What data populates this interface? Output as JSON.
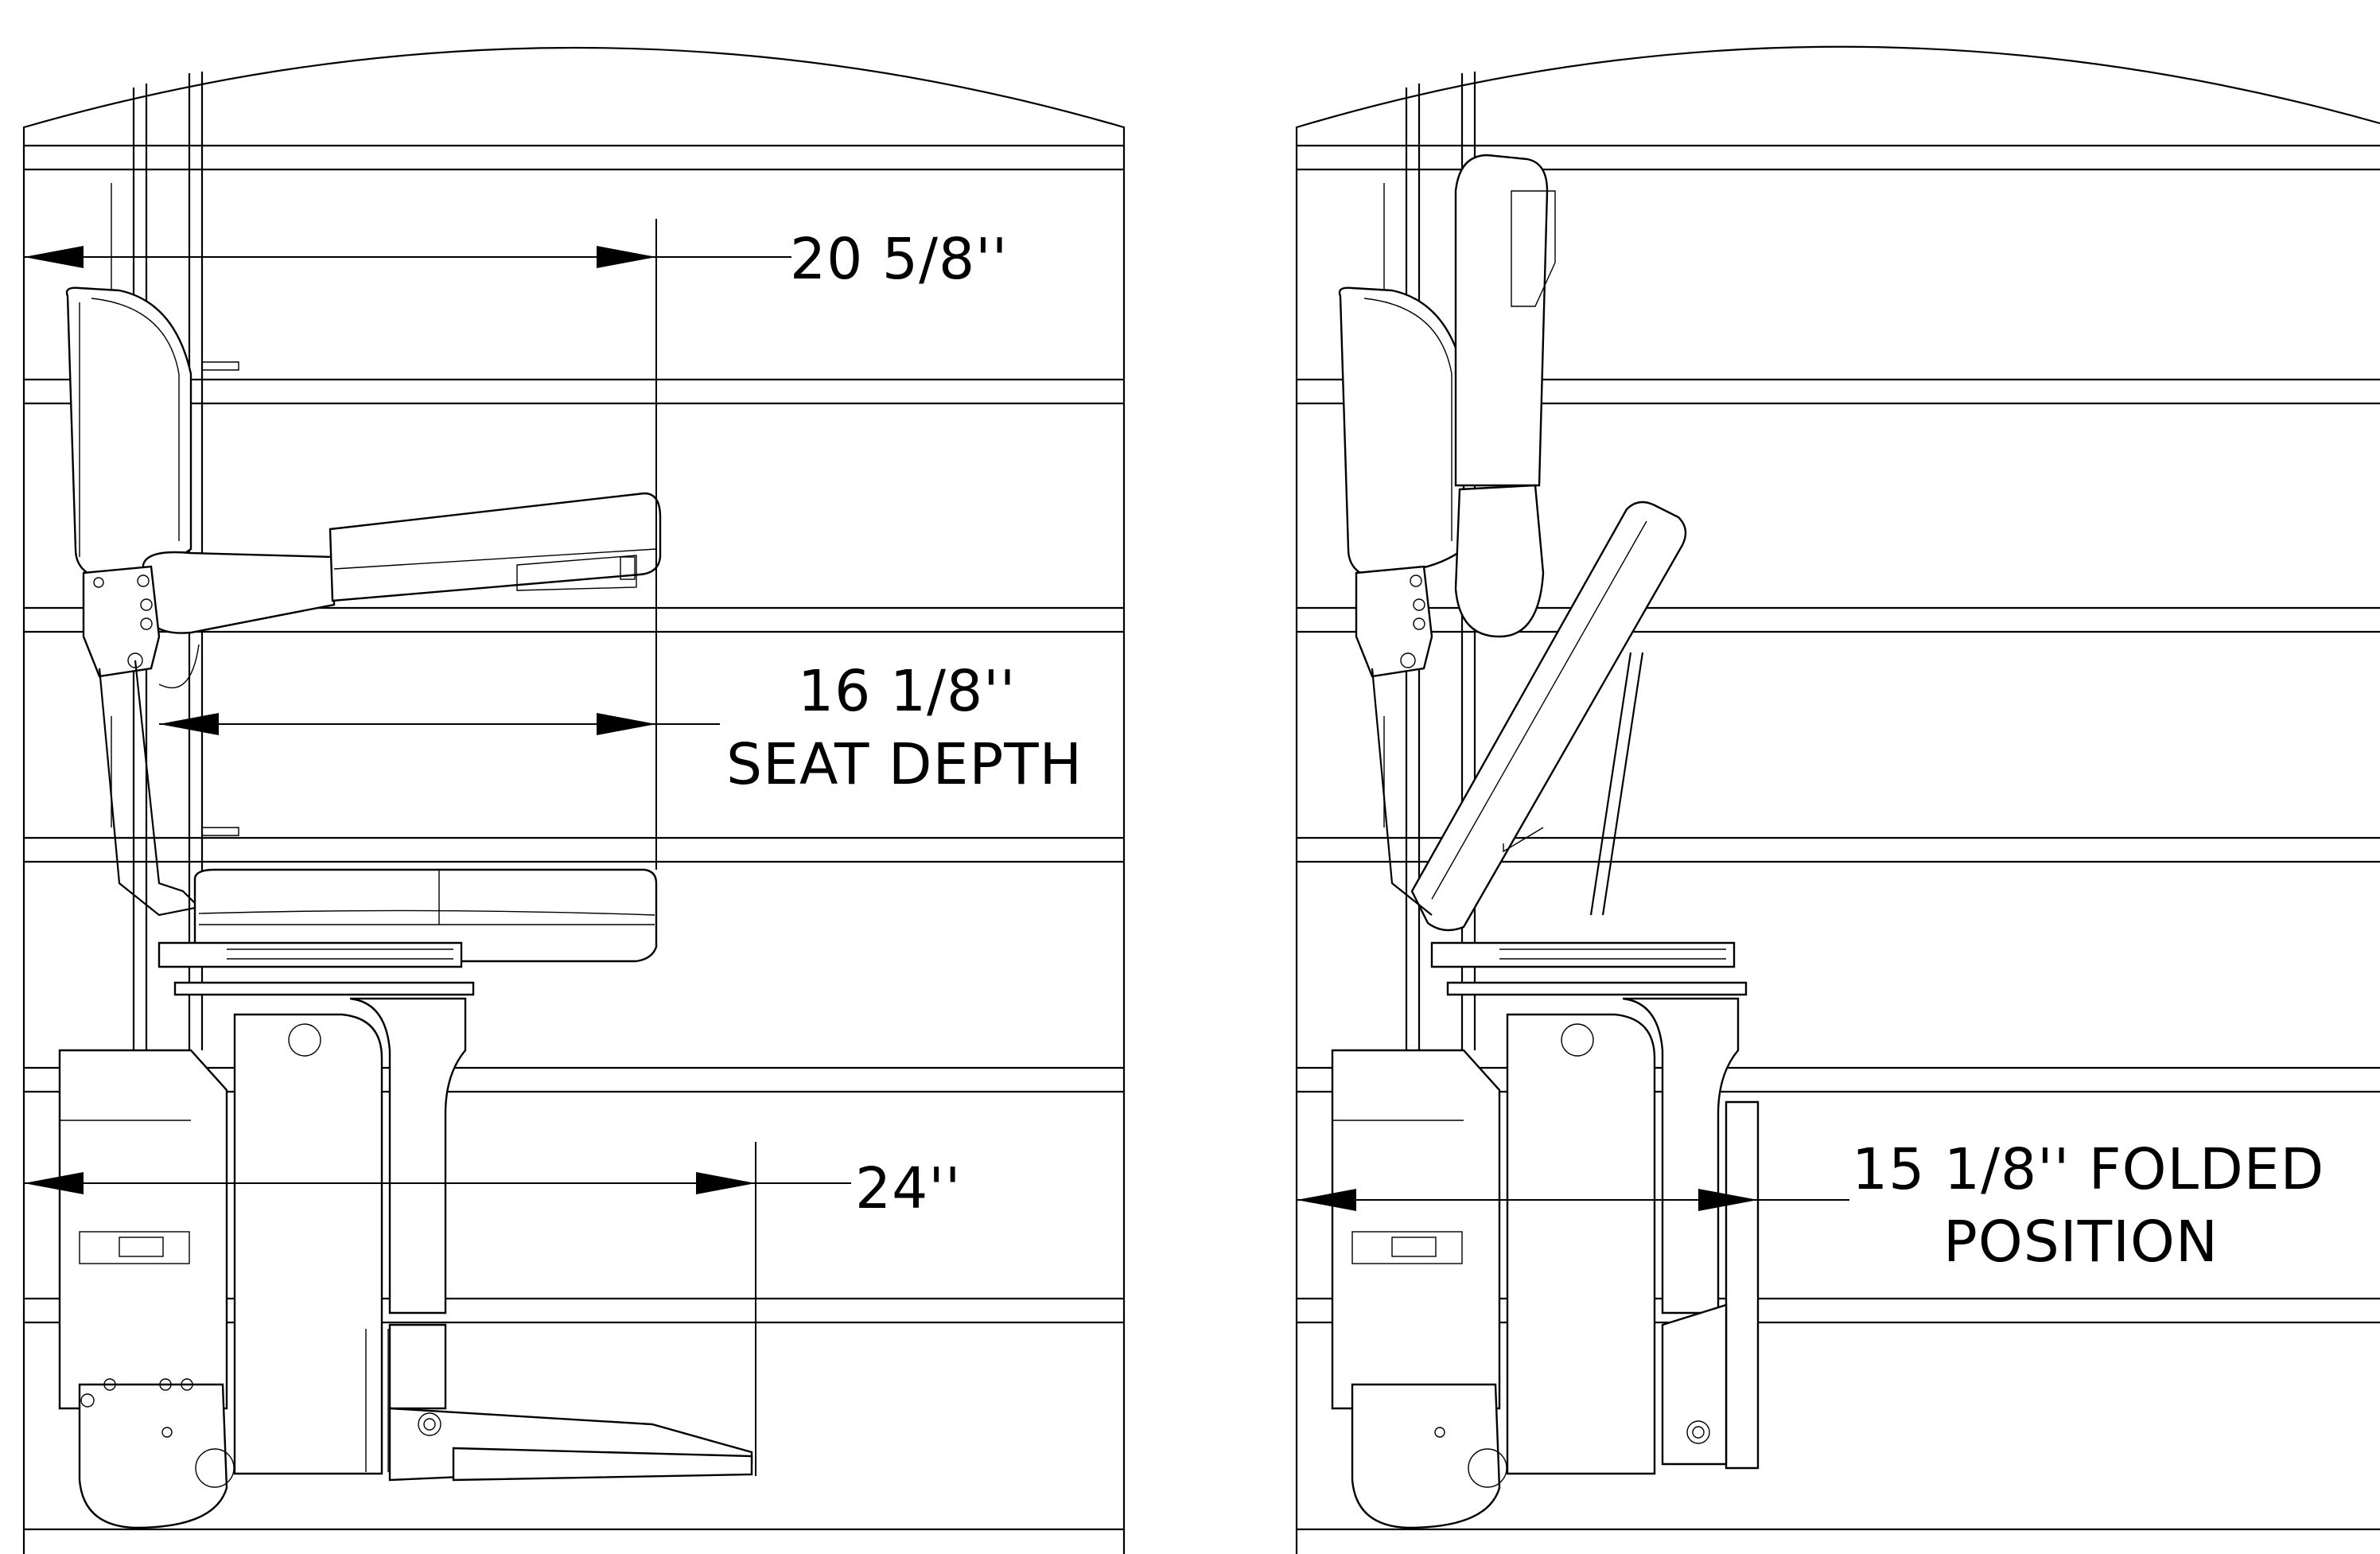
{
  "dimensions": {
    "overall_depth": "20 5/8''",
    "seat_depth_value": "16 1/8''",
    "seat_depth_label": "SEAT DEPTH",
    "footrest_depth": "24''",
    "folded_line1": "15 1/8'' FOLDED",
    "folded_line2": "POSITION"
  },
  "colors": {
    "line": "#000000",
    "background": "#ffffff"
  }
}
